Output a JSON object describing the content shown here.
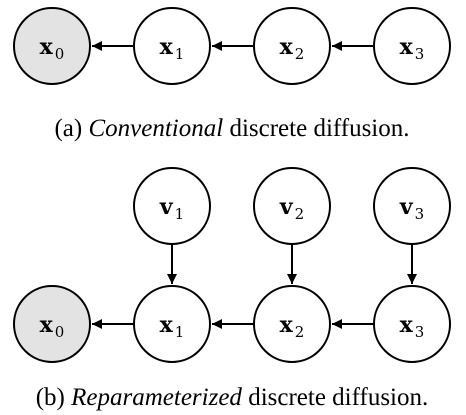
{
  "panel_a": {
    "nodes": [
      {
        "id": "a-x0",
        "var": "x",
        "sub": "0",
        "observed": true
      },
      {
        "id": "a-x1",
        "var": "x",
        "sub": "1",
        "observed": false
      },
      {
        "id": "a-x2",
        "var": "x",
        "sub": "2",
        "observed": false
      },
      {
        "id": "a-x3",
        "var": "x",
        "sub": "3",
        "observed": false
      }
    ],
    "edges": [
      {
        "from": "a-x1",
        "to": "a-x0"
      },
      {
        "from": "a-x2",
        "to": "a-x1"
      },
      {
        "from": "a-x3",
        "to": "a-x2"
      }
    ],
    "caption": {
      "prefix": "(a) ",
      "emphasis": "Conventional",
      "suffix": " discrete diffusion."
    }
  },
  "panel_b": {
    "nodes": [
      {
        "id": "b-v1",
        "var": "v",
        "sub": "1",
        "observed": false
      },
      {
        "id": "b-v2",
        "var": "v",
        "sub": "2",
        "observed": false
      },
      {
        "id": "b-v3",
        "var": "v",
        "sub": "3",
        "observed": false
      },
      {
        "id": "b-x0",
        "var": "x",
        "sub": "0",
        "observed": true
      },
      {
        "id": "b-x1",
        "var": "x",
        "sub": "1",
        "observed": false
      },
      {
        "id": "b-x2",
        "var": "x",
        "sub": "2",
        "observed": false
      },
      {
        "id": "b-x3",
        "var": "x",
        "sub": "3",
        "observed": false
      }
    ],
    "edges": [
      {
        "from": "b-x1",
        "to": "b-x0"
      },
      {
        "from": "b-x2",
        "to": "b-x1"
      },
      {
        "from": "b-x3",
        "to": "b-x2"
      },
      {
        "from": "b-v1",
        "to": "b-x1"
      },
      {
        "from": "b-v2",
        "to": "b-x2"
      },
      {
        "from": "b-v3",
        "to": "b-x3"
      }
    ],
    "caption": {
      "prefix": "(b) ",
      "emphasis": "Reparameterized",
      "suffix": " discrete diffusion."
    }
  },
  "colors": {
    "observed_fill": "#e3e3e3",
    "latent_fill": "#ffffff",
    "stroke": "#000000"
  }
}
